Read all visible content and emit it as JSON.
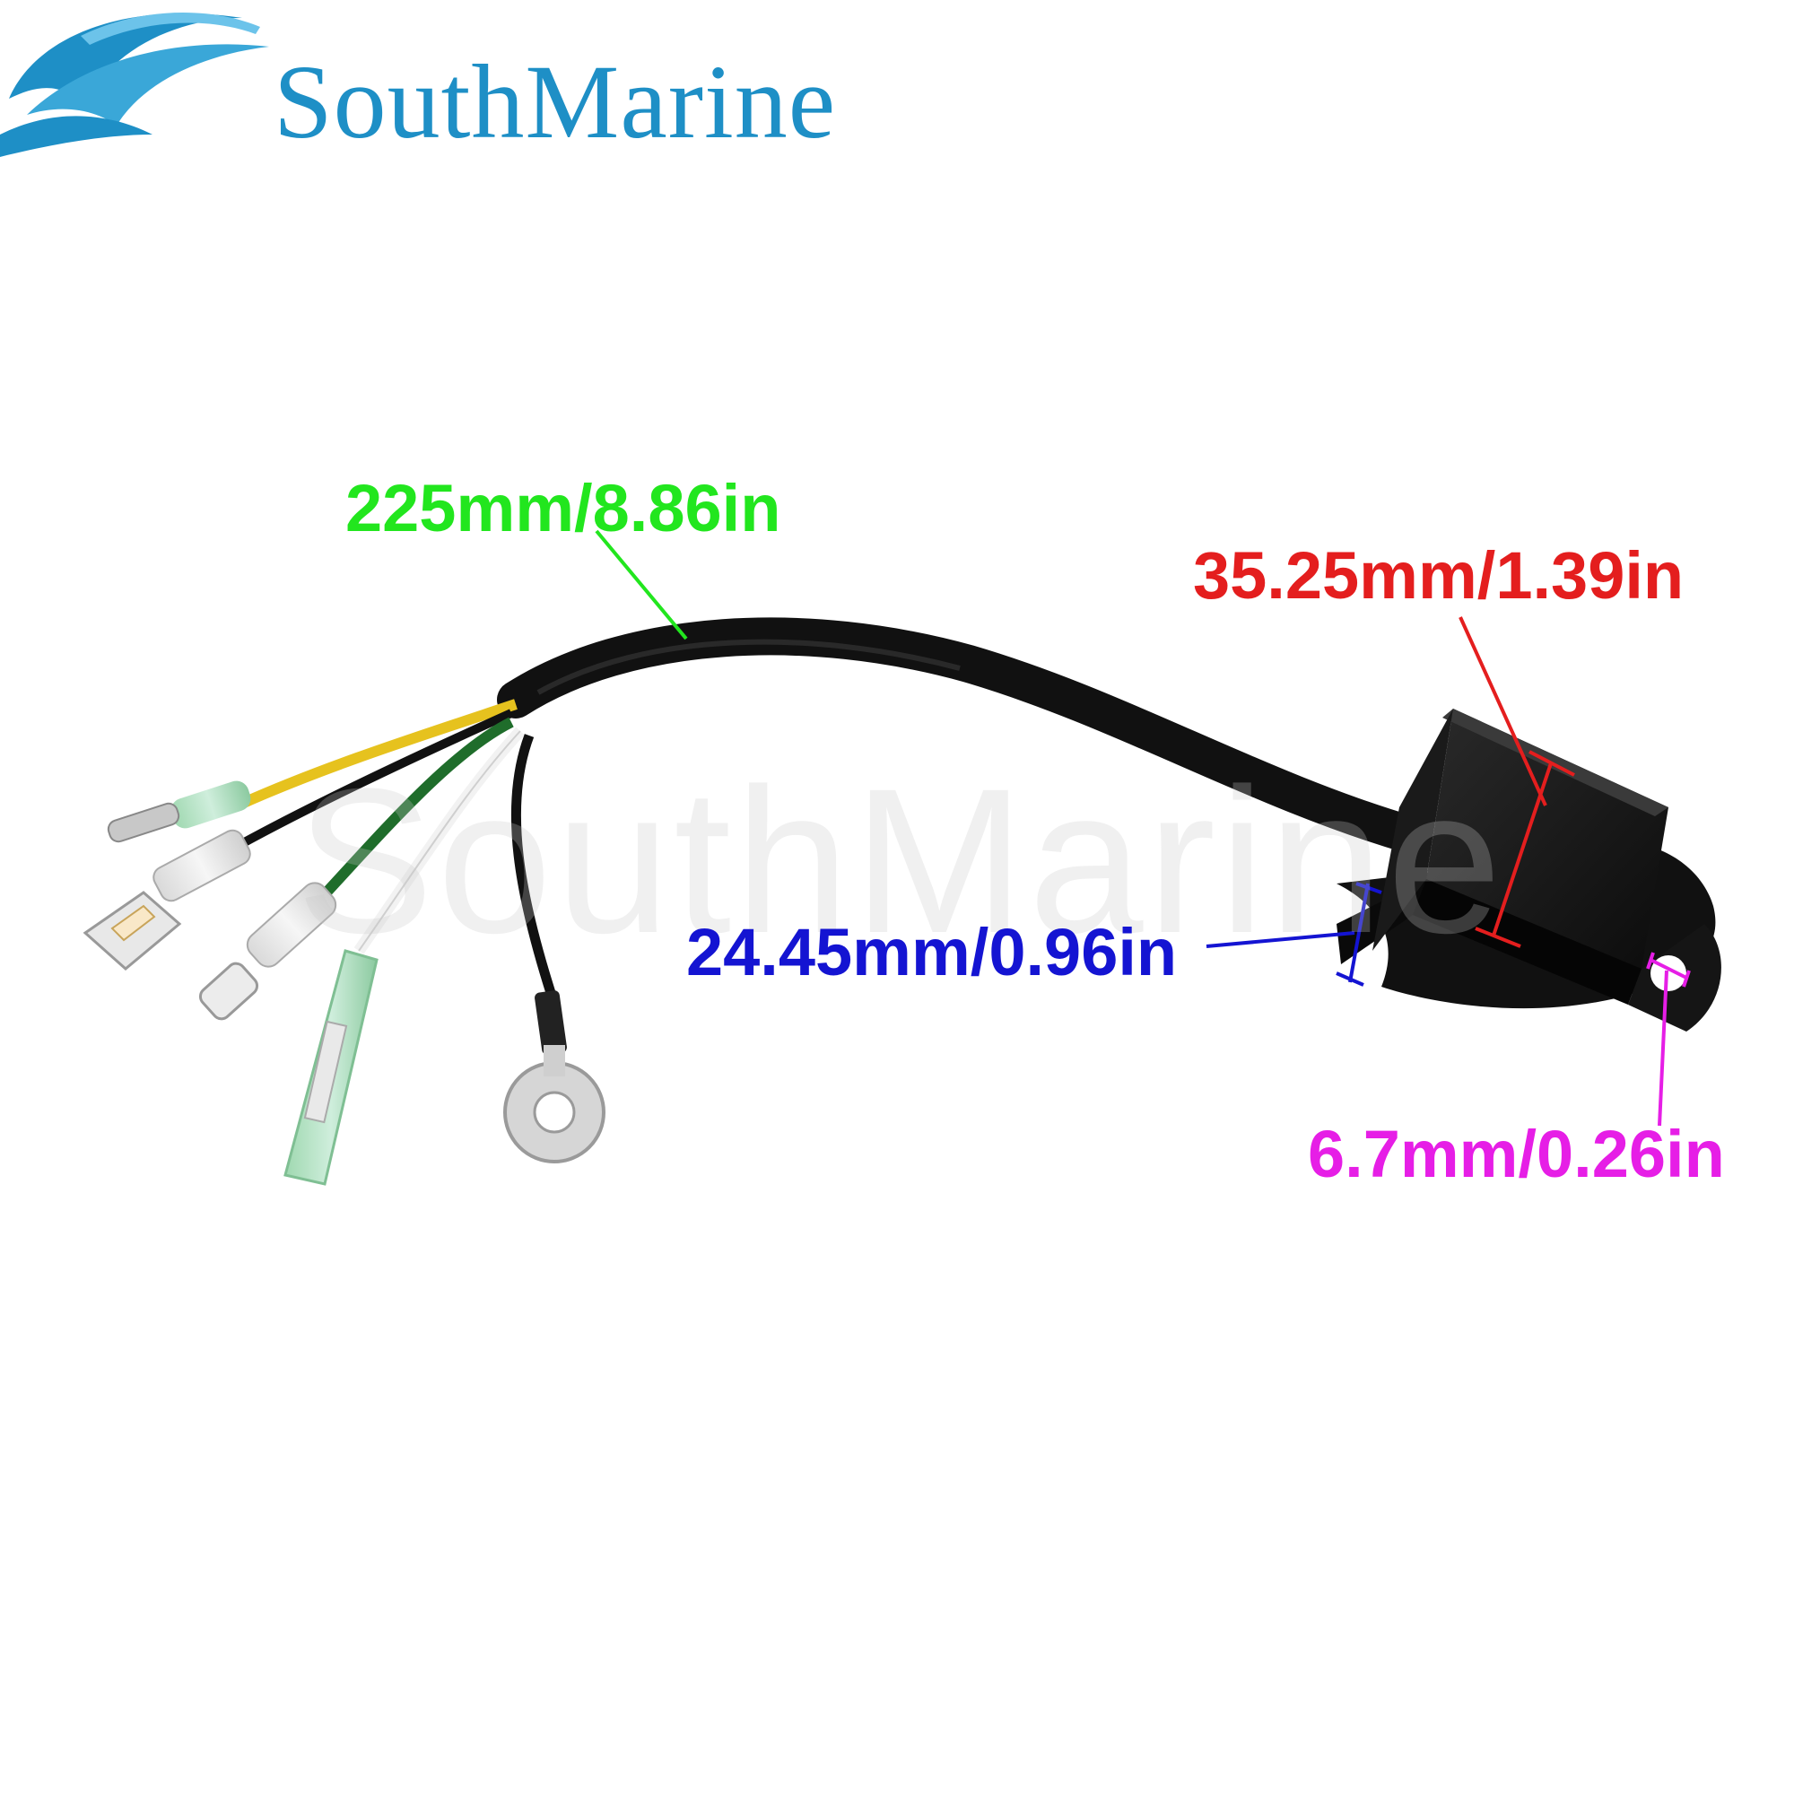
{
  "brand": {
    "name": "SouthMarine",
    "watermark": "SouthMarine",
    "color": "#1e8fc6"
  },
  "dimensions": {
    "cable_length": {
      "label": "225mm/8.86in",
      "color": "#22e61e"
    },
    "box_height": {
      "label": "35.25mm/1.39in",
      "color": "#e41e1e"
    },
    "box_width": {
      "label": "24.45mm/0.96in",
      "color": "#1414d2"
    },
    "hole_diameter": {
      "label": "6.7mm/0.26in",
      "color": "#e61ee6"
    }
  },
  "product": {
    "wire_colors": [
      "yellow",
      "black",
      "green",
      "white",
      "black"
    ]
  }
}
